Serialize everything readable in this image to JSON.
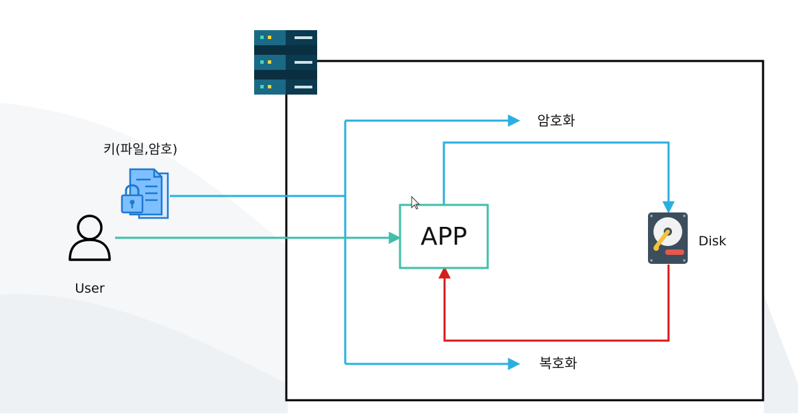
{
  "labels": {
    "key": "키(파일,암호)",
    "user": "User",
    "app": "APP",
    "disk": "Disk",
    "encrypt": "암호화",
    "decrypt": "복호화"
  },
  "icons": {
    "server": "server-rack-icon",
    "key_file": "locked-document-icon",
    "user": "user-icon",
    "disk": "hard-disk-icon",
    "cursor": "mouse-cursor-icon"
  },
  "colors": {
    "key_flow": "#2ab0e0",
    "user_flow": "#3fbfa8",
    "encrypt_flow": "#2ab0e0",
    "decrypt_flow": "#d81b1b",
    "app_border": "#3fbfa8",
    "container_border": "#000000"
  }
}
